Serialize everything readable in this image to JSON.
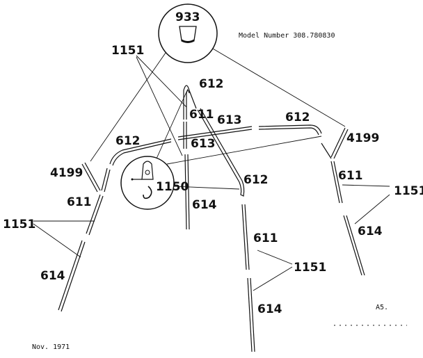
{
  "header": {
    "model_number": "Model Number 308.780830"
  },
  "footer": {
    "date": "Nov. 1971",
    "page_code": "A5."
  },
  "callouts": {
    "detail_top": "933",
    "detail_hook": "1150",
    "c_1151_top": "1151",
    "c_612_top": "612",
    "c_611_center": "611",
    "c_613_upper": "613",
    "c_612_upper_right": "612",
    "c_612_left": "612",
    "c_613_lower": "613",
    "c_4199_right": "4199",
    "c_4199_left": "4199",
    "c_612_right": "612",
    "c_611_right": "611",
    "c_1151_right": "1151",
    "c_611_left": "611",
    "c_614_center": "614",
    "c_614_right": "614",
    "c_1151_left": "1151",
    "c_611_center_lower": "611",
    "c_1151_center_lower": "1151",
    "c_614_left": "614",
    "c_614_bottom": "614"
  }
}
